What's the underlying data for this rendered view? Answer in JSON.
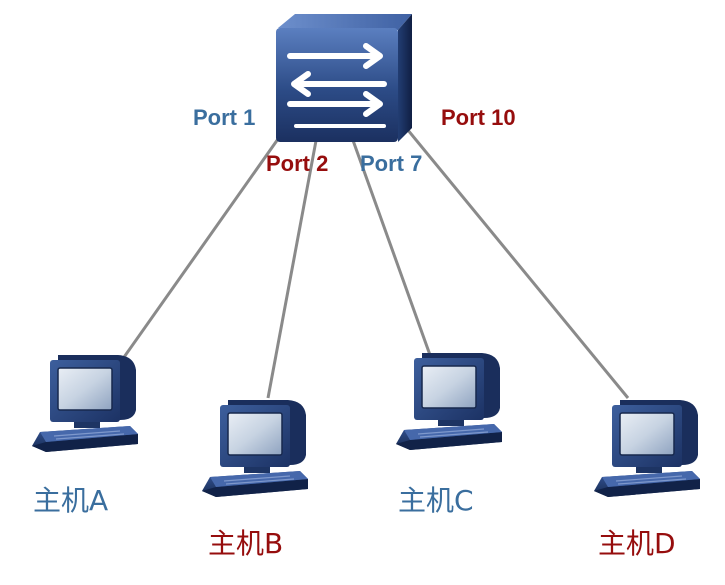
{
  "colors": {
    "blue": "#3a6e9e",
    "red": "#960d0d",
    "link": "#8a8a8a",
    "device_body": "#2b4a83",
    "device_dark": "#16284f",
    "device_light": "#5d84c8"
  },
  "switch": {
    "icon": "network-switch-icon"
  },
  "ports": [
    {
      "label": "Port 1",
      "color": "blue"
    },
    {
      "label": "Port 2",
      "color": "red"
    },
    {
      "label": "Port 7",
      "color": "blue"
    },
    {
      "label": "Port 10",
      "color": "red"
    }
  ],
  "hosts": [
    {
      "label": "主机A",
      "color": "blue",
      "icon": "desktop-computer-icon"
    },
    {
      "label": "主机B",
      "color": "red",
      "icon": "desktop-computer-icon"
    },
    {
      "label": "主机C",
      "color": "blue",
      "icon": "desktop-computer-icon"
    },
    {
      "label": "主机D",
      "color": "red",
      "icon": "desktop-computer-icon"
    }
  ]
}
